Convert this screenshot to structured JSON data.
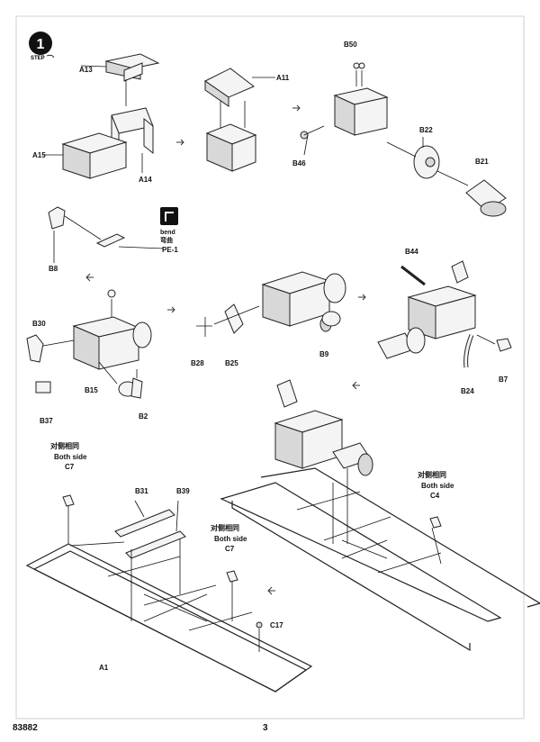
{
  "step": {
    "number": "1",
    "label": "STEP"
  },
  "parts": {
    "a13": "A13",
    "a11": "A11",
    "a15": "A15",
    "a14": "A14",
    "b50": "B50",
    "b46": "B46",
    "b22": "B22",
    "b21": "B21",
    "b8": "B8",
    "pe1": "PE-1",
    "bend_en": "bend",
    "bend_cn": "弯曲",
    "b44": "B44",
    "b30": "B30",
    "b28": "B28",
    "b25": "B25",
    "b9": "B9",
    "b15": "B15",
    "b37": "B37",
    "b2": "B2",
    "b24": "B24",
    "b7": "B7",
    "b31": "B31",
    "b39": "B39",
    "c7_left": "C7",
    "c7_mid": "C7",
    "c4": "C4",
    "c17": "C17",
    "a1": "A1"
  },
  "notes": {
    "both_cn_left": "对侧相同",
    "both_en_left": "Both side",
    "both_cn_mid": "对侧相同",
    "both_en_mid": "Both side",
    "both_cn_right": "对侧相同",
    "both_en_right": "Both side"
  },
  "footer": {
    "kit_number": "83882",
    "page_number": "3"
  }
}
